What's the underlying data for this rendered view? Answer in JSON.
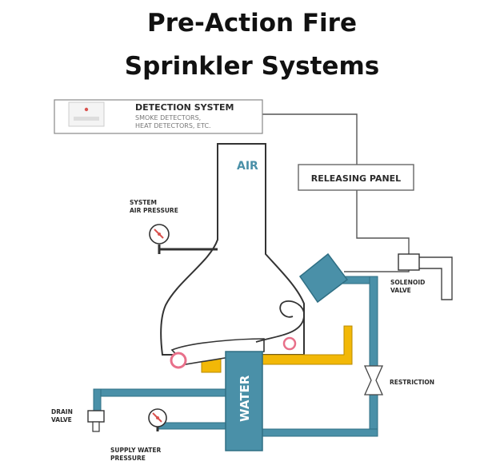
{
  "title": {
    "line1": "Pre-Action Fire",
    "line2": "Sprinkler Systems"
  },
  "detection": {
    "title": "DETECTION SYSTEM",
    "sub1": "SMOKE DETECTORS,",
    "sub2": "HEAT DETECTORS, ETC."
  },
  "releasing_panel": "RELEASING PANEL",
  "air": "AIR",
  "water": "WATER",
  "system_air_pressure": {
    "line1": "SYSTEM",
    "line2": "AIR PRESSURE"
  },
  "solenoid_valve": {
    "line1": "SOLENOID",
    "line2": "VALVE"
  },
  "restriction": "RESTRICTION",
  "drain_valve": {
    "line1": "DRAIN",
    "line2": "VALVE"
  },
  "supply_water_pressure": {
    "line1": "SUPPLY WATER",
    "line2": "PRESSURE"
  },
  "colors": {
    "water": "#4a90a8",
    "water_stroke": "#2f6f84",
    "latch": "#f2b807",
    "outline": "#333333",
    "alarm_dot": "#d9534f"
  }
}
